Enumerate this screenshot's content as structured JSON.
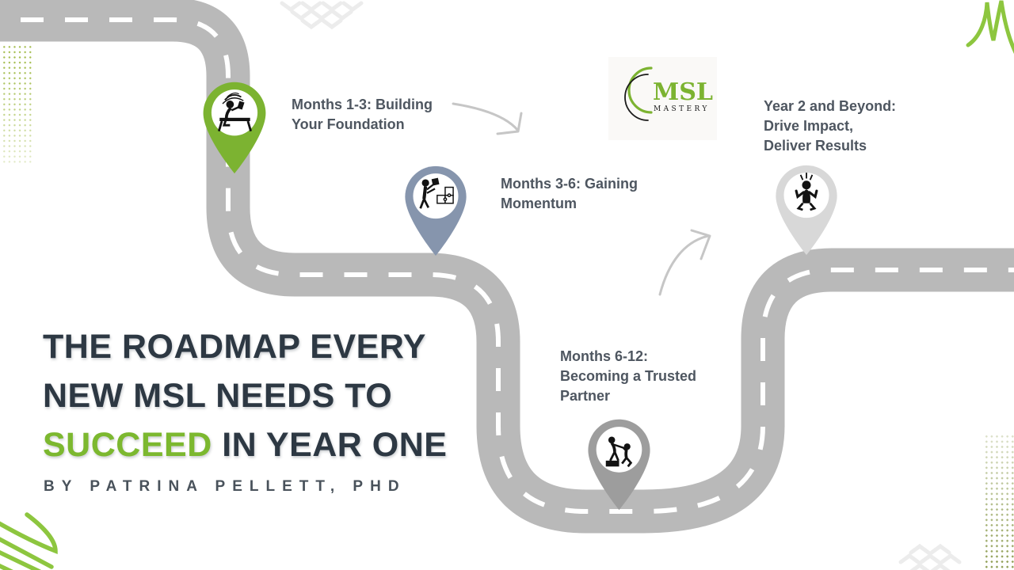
{
  "title": {
    "lines": [
      "THE ROADMAP EVERY",
      "NEW MSL NEEDS TO"
    ],
    "line3_accent": "SUCCEED",
    "line3_rest": "IN YEAR ONE"
  },
  "byline": "BY PATRINA PELLETT, PHD",
  "logo": {
    "title": "MSL",
    "subtitle": "MASTERY"
  },
  "milestones": [
    {
      "label": "Months 1-3: Building Your Foundation",
      "lines": [
        "Months 1-3: Building",
        "Your Foundation"
      ],
      "icon": "studying-icon",
      "color": "#7cb331"
    },
    {
      "label": "Months 3-6: Gaining Momentum",
      "lines": [
        "Months 3-6: Gaining",
        "Momentum"
      ],
      "icon": "puzzle-icon",
      "color": "#8695ad"
    },
    {
      "label": "Months 6-12: Becoming a Trusted Partner",
      "lines": [
        "Months 6-12:",
        "Becoming a Trusted",
        "Partner"
      ],
      "icon": "helping-hand-icon",
      "color": "#9d9d9d"
    },
    {
      "label": "Year 2 and Beyond: Drive Impact, Deliver Results",
      "lines": [
        "Year 2 and Beyond:",
        "Drive Impact,",
        "Deliver Results"
      ],
      "icon": "celebration-icon",
      "color": "#d8d8d8"
    }
  ],
  "colors": {
    "road_gray": "#b9b9b9",
    "road_dash": "#ffffff",
    "accent_green": "#7cb82f",
    "squiggle_green": "#8dc63f",
    "dots_green": "#a4bd4e",
    "dots_olive": "#8d9c50",
    "title_dark": "#2d3843",
    "label_gray": "#4e5660",
    "arrow_gray": "#c6c6c6",
    "logo_green": "#7cb331",
    "logo_black": "#1b1b1b"
  }
}
